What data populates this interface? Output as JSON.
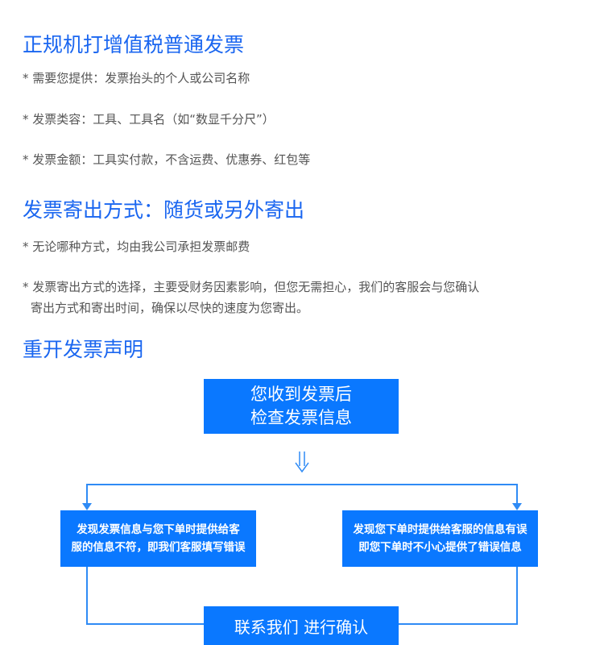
{
  "section1": {
    "title": "正规机打增值税普通发票",
    "items": [
      "* 需要您提供：发票抬头的个人或公司名称",
      "* 发票类容：工具、工具名（如“数显千分尺”）",
      "* 发票金额：工具实付款，不含运费、优惠券、红包等"
    ]
  },
  "section2": {
    "title": "发票寄出方式：随货或另外寄出",
    "items": [
      "* 无论哪种方式，均由我公司承担发票邮费",
      "* 发票寄出方式的选择，主要受财务因素影响，但您无需担心，我们的客服会与您确认",
      "寄出方式和寄出时间，确保以尽快的速度为您寄出。"
    ]
  },
  "section3": {
    "title": "重开发票声明"
  },
  "flow": {
    "start": [
      "您收到发票后",
      "检查发票信息"
    ],
    "left": [
      "发现发票信息与您下单时提供给客",
      "服的信息不符，即我们客服填写错误"
    ],
    "right": [
      "发现您下单时提供给客服的信息有误",
      "即您下单时不小心提供了错误信息"
    ],
    "end": "联系我们 进行确认",
    "accent": "#0a78ff"
  }
}
